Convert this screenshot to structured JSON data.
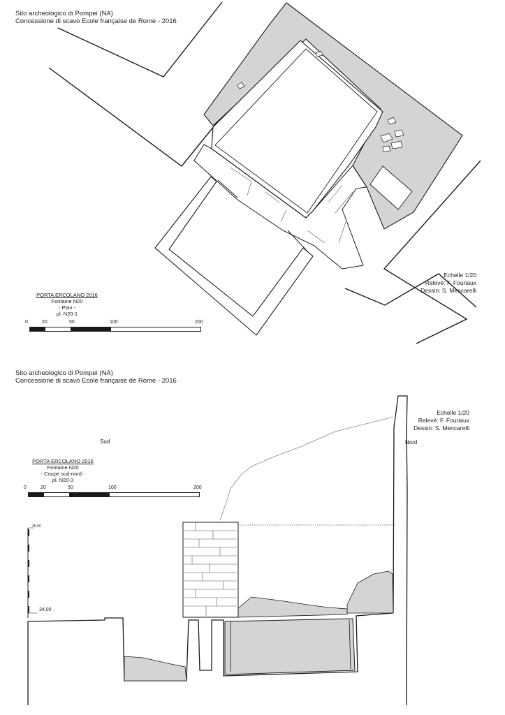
{
  "sheet_top": {
    "header": {
      "site": "Sito archeologico di Pompei (NA)",
      "concession": "Concessione di scavo Ecole française de Rome - 2016"
    },
    "caption": {
      "project": "PORTA ERCOLANO 2016",
      "object": "Fontaine N20",
      "view": "- Plan -",
      "plate": "pl. N20-1"
    },
    "scale_ticks": [
      "0",
      "20",
      "50",
      "100",
      "200"
    ],
    "info": {
      "scale": "Echelle 1/20",
      "survey": "Relevé: F. Fouriaux",
      "drawing": "Dessin: S. Mencarelli"
    }
  },
  "sheet_bottom": {
    "header": {
      "site": "Sito archeologico di Pompei (NA)",
      "concession": "Concessione di scavo Ecole française de Rome - 2016"
    },
    "caption": {
      "project": "PORTA ERCOLANO 2016",
      "object": "Fontaine N20",
      "view": "- Coupe sud-nord -",
      "plate": "pl. N20-3"
    },
    "scale_ticks": [
      "0",
      "20",
      "50",
      "100",
      "200"
    ],
    "info": {
      "scale": "Echelle 1/20",
      "survey": "Relevé: F. Fouriaux",
      "drawing": "Dessin: S. Mencarelli"
    },
    "directions": {
      "south": "Sud",
      "north": "Nord"
    },
    "elevation": {
      "top_label": "35,00",
      "bottom_label": "34,00"
    }
  },
  "colors": {
    "line": "#1a1a1a",
    "fill": "#d4d4d4",
    "paper": "#ffffff"
  }
}
